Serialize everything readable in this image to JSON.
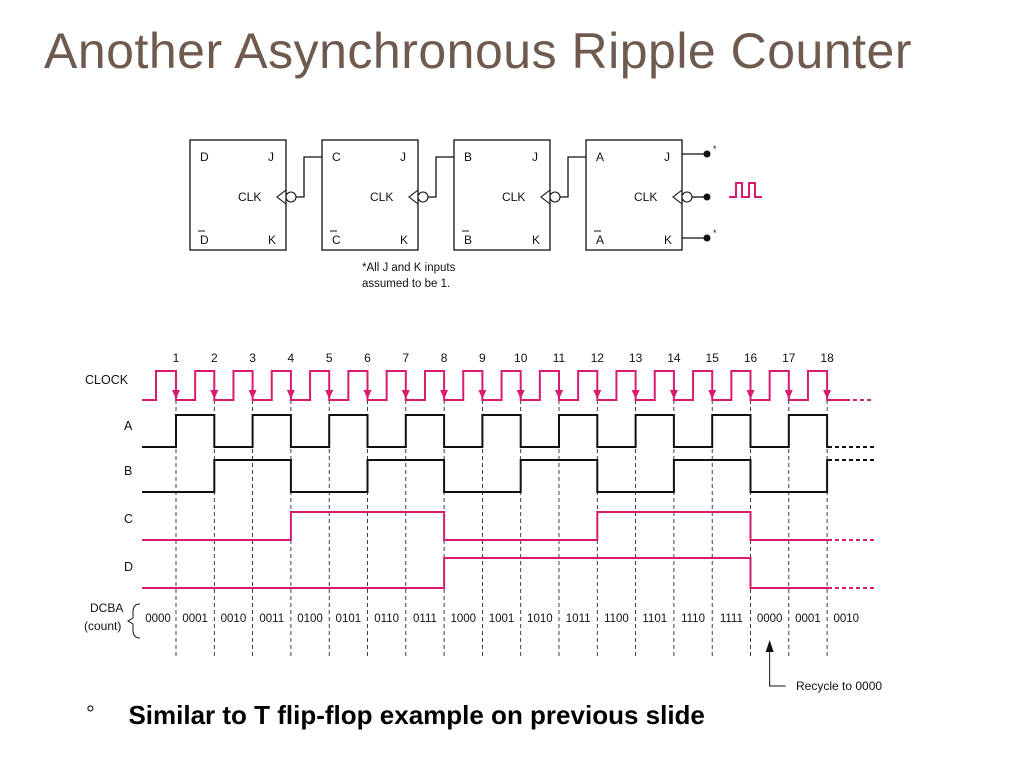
{
  "slide": {
    "title": "Another Asynchronous Ripple Counter",
    "bullet_marker": "°",
    "bullet": "Similar to T flip-flop example on previous slide"
  },
  "circuit": {
    "flip_flops": [
      {
        "name": "D",
        "q": "D",
        "q_bar": "D",
        "j": "J",
        "k": "K",
        "clk": "CLK"
      },
      {
        "name": "C",
        "q": "C",
        "q_bar": "C",
        "j": "J",
        "k": "K",
        "clk": "CLK"
      },
      {
        "name": "B",
        "q": "B",
        "q_bar": "B",
        "j": "J",
        "k": "K",
        "clk": "CLK"
      },
      {
        "name": "A",
        "q": "A",
        "q_bar": "A",
        "j": "J",
        "k": "K",
        "clk": "CLK"
      }
    ],
    "input_markers": [
      "*",
      "*"
    ],
    "note_lines": [
      "*All J and K inputs",
      "assumed to be 1."
    ]
  },
  "timing": {
    "pulse_numbers": [
      "1",
      "2",
      "3",
      "4",
      "5",
      "6",
      "7",
      "8",
      "9",
      "10",
      "11",
      "12",
      "13",
      "14",
      "15",
      "16",
      "17",
      "18"
    ],
    "signals": [
      {
        "name": "CLOCK",
        "color": "#d81b6e"
      },
      {
        "name": "A",
        "color": "#111111",
        "levels": [
          0,
          1,
          0,
          1,
          0,
          1,
          0,
          1,
          0,
          1,
          0,
          1,
          0,
          1,
          0,
          1,
          0,
          1,
          0
        ]
      },
      {
        "name": "B",
        "color": "#111111",
        "levels": [
          0,
          0,
          1,
          1,
          0,
          0,
          1,
          1,
          0,
          0,
          1,
          1,
          0,
          0,
          1,
          1,
          0,
          0,
          1
        ]
      },
      {
        "name": "C",
        "color": "#d81b6e",
        "levels": [
          0,
          0,
          0,
          0,
          1,
          1,
          1,
          1,
          0,
          0,
          0,
          0,
          1,
          1,
          1,
          1,
          0,
          0,
          0
        ]
      },
      {
        "name": "D",
        "color": "#d81b6e",
        "levels": [
          0,
          0,
          0,
          0,
          0,
          0,
          0,
          0,
          1,
          1,
          1,
          1,
          1,
          1,
          1,
          1,
          0,
          0,
          0
        ]
      }
    ],
    "count_label_lines": [
      "DCBA",
      "(count)"
    ],
    "counts": [
      "0000",
      "0001",
      "0010",
      "0011",
      "0100",
      "0101",
      "0110",
      "0111",
      "1000",
      "1001",
      "1010",
      "1011",
      "1100",
      "1101",
      "1110",
      "1111",
      "0000",
      "0001",
      "0010"
    ],
    "recycle_label": "Recycle to 0000"
  },
  "colors": {
    "accent": "#d81b6e",
    "title": "#6f5a4f",
    "ink": "#111111"
  }
}
